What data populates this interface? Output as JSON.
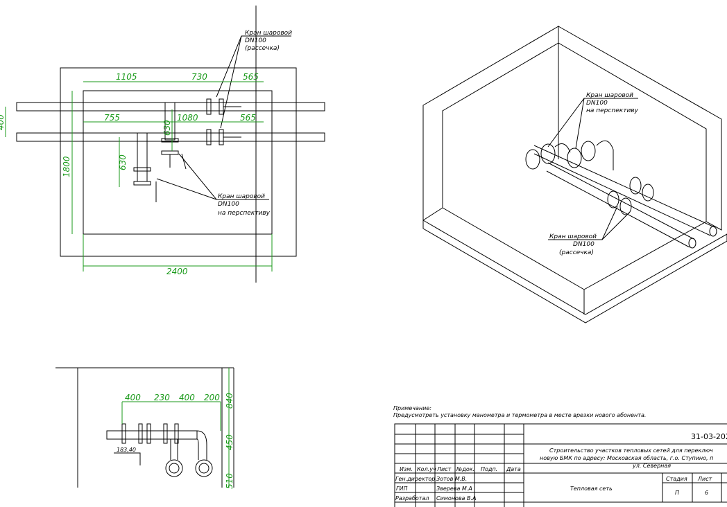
{
  "plan": {
    "dims": {
      "d1105": "1105",
      "d730": "730",
      "d565a": "565",
      "d755": "755",
      "d1080": "1080",
      "d565b": "565",
      "d630a": "630",
      "d630b": "630",
      "d1800": "1800",
      "d2400": "2400",
      "d400": "400"
    },
    "valve_top": {
      "line1": "Кран шаровой",
      "line2": "DN100",
      "line3": "(рассечка)"
    },
    "valve_bottom": {
      "line1": "Кран шаровой",
      "line2": "DN100",
      "line3": "на перспективу"
    }
  },
  "iso": {
    "valve_top": {
      "line1": "Кран шаровой",
      "line2": "DN100",
      "line3": "на перспективу"
    },
    "valve_bottom": {
      "line1": "Кран шаровой",
      "line2": "DN100",
      "line3": "(рассечка)"
    }
  },
  "section": {
    "dims": {
      "d400a": "400",
      "d230": "230",
      "d400b": "400",
      "d200": "200",
      "d840": "840",
      "d450": "450",
      "d510": "510",
      "d183": "183,40"
    }
  },
  "note": {
    "title": "Примечание:",
    "text": "Предусмотреть установку манометра и термометра в месте врезки нового абонента."
  },
  "title_block": {
    "doc_code": "31-03-202",
    "project_l1": "Строительство участков тепловых сетей для переключ",
    "project_l2": "новую БМК по адресу: Московская область, г.о. Ступино, п",
    "project_l3": "ул. Северная",
    "sheet_name": "Тепловая сеть",
    "headers": {
      "izm": "Изм.",
      "kol": "Кол.уч",
      "list": "Лист",
      "ndok": "№док.",
      "podp": "Подп.",
      "data": "Дата"
    },
    "stage_label": "Стадия",
    "list_label": "Лист",
    "stage_value": "П",
    "list_value": "6",
    "roles": [
      {
        "role": "Ген.директор",
        "name": "Зотов М.В."
      },
      {
        "role": "ГИП",
        "name": "Зверева М.А"
      },
      {
        "role": "Разработал",
        "name": "Симонова В.А"
      }
    ]
  }
}
